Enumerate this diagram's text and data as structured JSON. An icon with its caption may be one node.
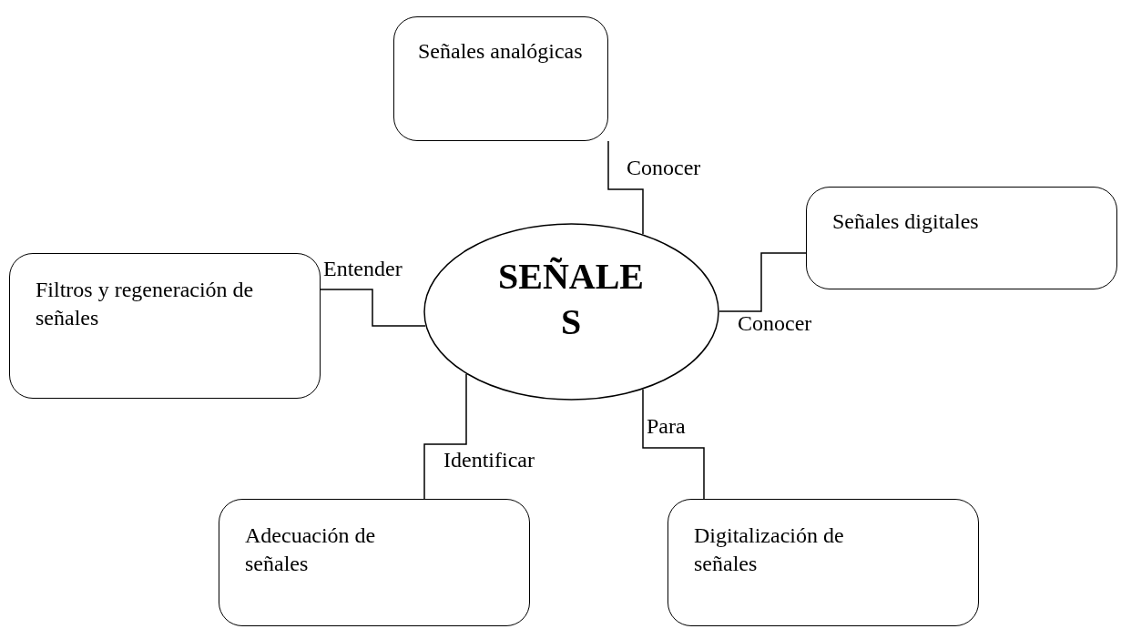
{
  "diagram": {
    "nodes": [
      {
        "text": [
          "SEÑALES"
        ]
      },
      {
        "text": [
          "Señales analógicas"
        ]
      },
      {
        "text": [
          "Señales digitales"
        ]
      },
      {
        "text": [
          "Filtros y regeneración de señales"
        ]
      },
      {
        "text": [
          "Adecuación de señales"
        ]
      },
      {
        "text": [
          "Digitalización de señales"
        ]
      }
    ],
    "edges": [
      {
        "from": 0,
        "to": 1,
        "arrow": "none",
        "label": "Conocer"
      },
      {
        "from": 0,
        "to": 2,
        "arrow": "none",
        "label": "Conocer"
      },
      {
        "from": 0,
        "to": 3,
        "arrow": "none",
        "label": "Entender"
      },
      {
        "from": 0,
        "to": 4,
        "arrow": "none",
        "label": "Identificar"
      },
      {
        "from": 0,
        "to": 5,
        "arrow": "none",
        "label": "Para"
      }
    ]
  }
}
